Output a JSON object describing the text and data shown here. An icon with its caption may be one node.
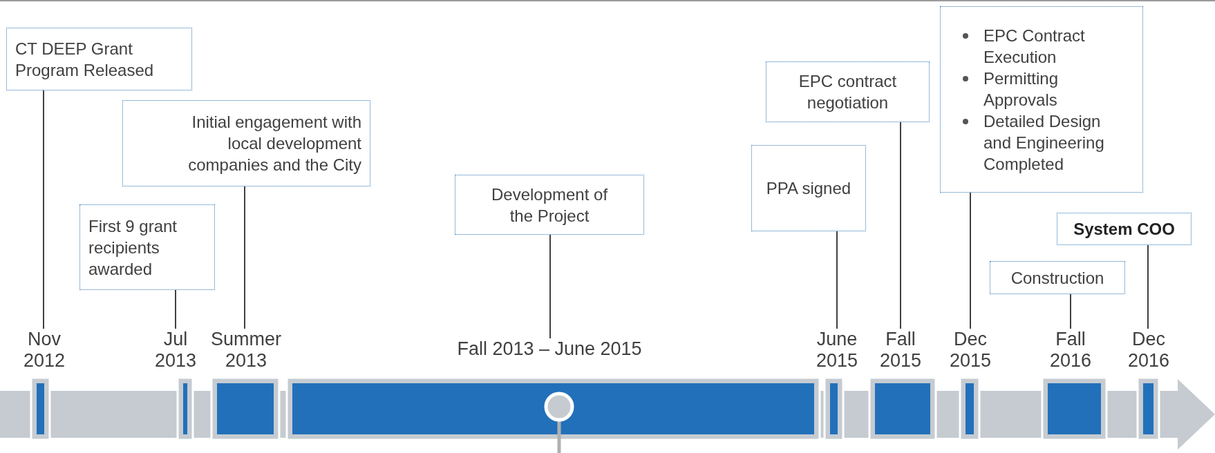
{
  "diagram": {
    "nodes": [
      {
        "text": [
          "CT DEEP Grant Program Released"
        ]
      },
      {
        "text": [
          "First 9 grant recipients awarded"
        ]
      },
      {
        "text": [
          "Initial engagement with local development companies and the City"
        ]
      },
      {
        "text": [
          "Development of the Project"
        ]
      },
      {
        "text": [
          "PPA signed"
        ]
      },
      {
        "text": [
          "EPC contract negotiation"
        ]
      },
      {
        "text": [
          "EPC Contract Execution",
          "Permitting Approvals",
          "Detailed Design and Engineering Completed"
        ]
      },
      {
        "text": [
          "Construction"
        ]
      },
      {
        "text": [
          "System COO"
        ]
      },
      {
        "text": [
          "Nov 2012"
        ]
      },
      {
        "text": [
          "Jul 2013"
        ]
      },
      {
        "text": [
          "Summer 2013"
        ]
      },
      {
        "text": [
          "Fall 2013 – June 2015"
        ]
      },
      {
        "text": [
          "June 2015"
        ]
      },
      {
        "text": [
          "Fall 2015"
        ]
      },
      {
        "text": [
          "Dec 2015"
        ]
      },
      {
        "text": [
          "Fall 2016"
        ]
      },
      {
        "text": [
          "Dec 2016"
        ]
      }
    ],
    "edges": [
      {
        "from": 0,
        "to": 9,
        "arrow": "none"
      },
      {
        "from": 1,
        "to": 10,
        "arrow": "none"
      },
      {
        "from": 2,
        "to": 11,
        "arrow": "none"
      },
      {
        "from": 3,
        "to": 12,
        "arrow": "none"
      },
      {
        "from": 4,
        "to": 13,
        "arrow": "none"
      },
      {
        "from": 5,
        "to": 14,
        "arrow": "none"
      },
      {
        "from": 6,
        "to": 15,
        "arrow": "none"
      },
      {
        "from": 7,
        "to": 16,
        "arrow": "none"
      },
      {
        "from": 8,
        "to": 17,
        "arrow": "none"
      }
    ]
  }
}
